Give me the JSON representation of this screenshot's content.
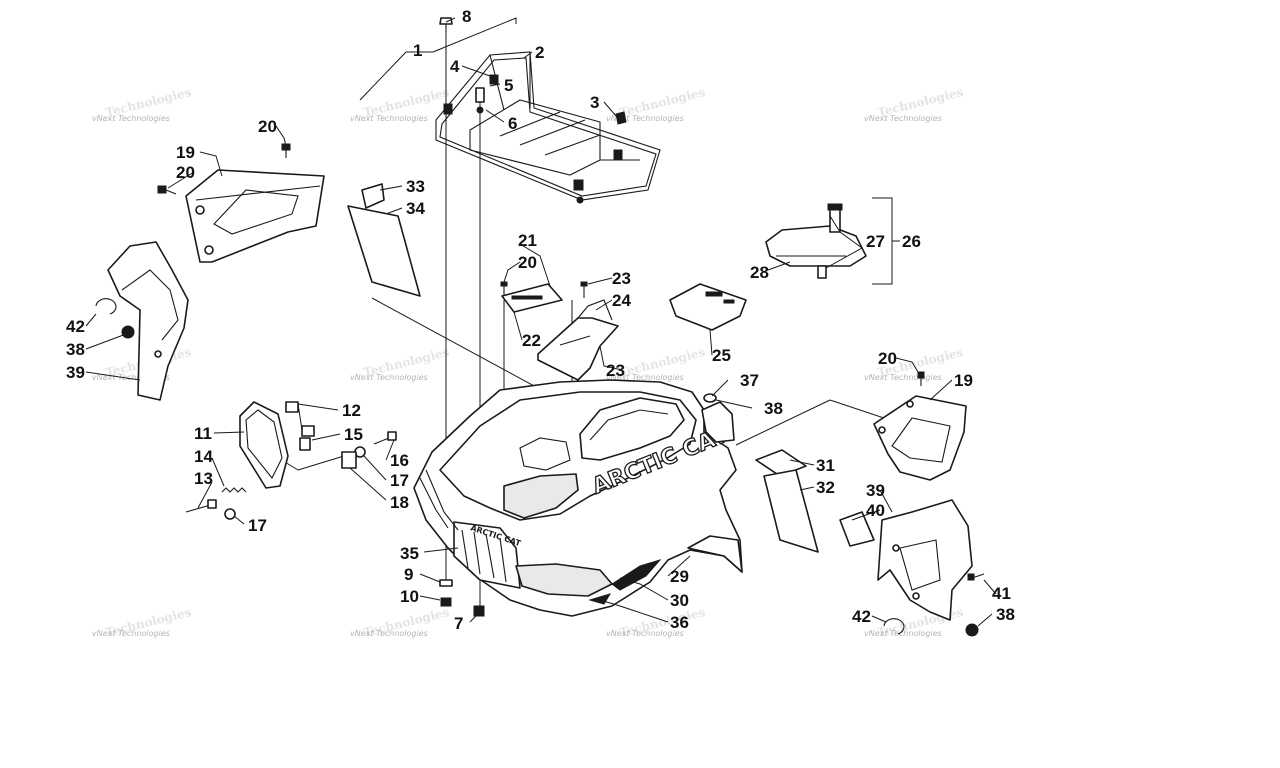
{
  "watermark": {
    "line1": "vNext Technologies",
    "line2": "Technologies"
  },
  "brand": {
    "hood_logo": "ARCTIC CAT",
    "grille_logo": "ARCTIC CAT"
  },
  "callouts": {
    "c1": "1",
    "c2": "2",
    "c3": "3",
    "c4": "4",
    "c5": "5",
    "c6": "6",
    "c7": "7",
    "c8": "8",
    "c9": "9",
    "c10": "10",
    "c11": "11",
    "c12": "12",
    "c13": "13",
    "c14": "14",
    "c15": "15",
    "c16": "16",
    "c17a": "17",
    "c17b": "17",
    "c18": "18",
    "c19a": "19",
    "c19b": "19",
    "c20a": "20",
    "c20b": "20",
    "c20c": "20",
    "c20d": "20",
    "c21": "21",
    "c22": "22",
    "c23a": "23",
    "c23b": "23",
    "c24": "24",
    "c25": "25",
    "c26": "26",
    "c27": "27",
    "c28": "28",
    "c29": "29",
    "c30": "30",
    "c31": "31",
    "c32": "32",
    "c33": "33",
    "c34": "34",
    "c35": "35",
    "c36": "36",
    "c37": "37",
    "c38a": "38",
    "c38b": "38",
    "c38c": "38",
    "c39a": "39",
    "c39b": "39",
    "c40": "40",
    "c41": "41",
    "c42a": "42",
    "c42b": "42"
  }
}
